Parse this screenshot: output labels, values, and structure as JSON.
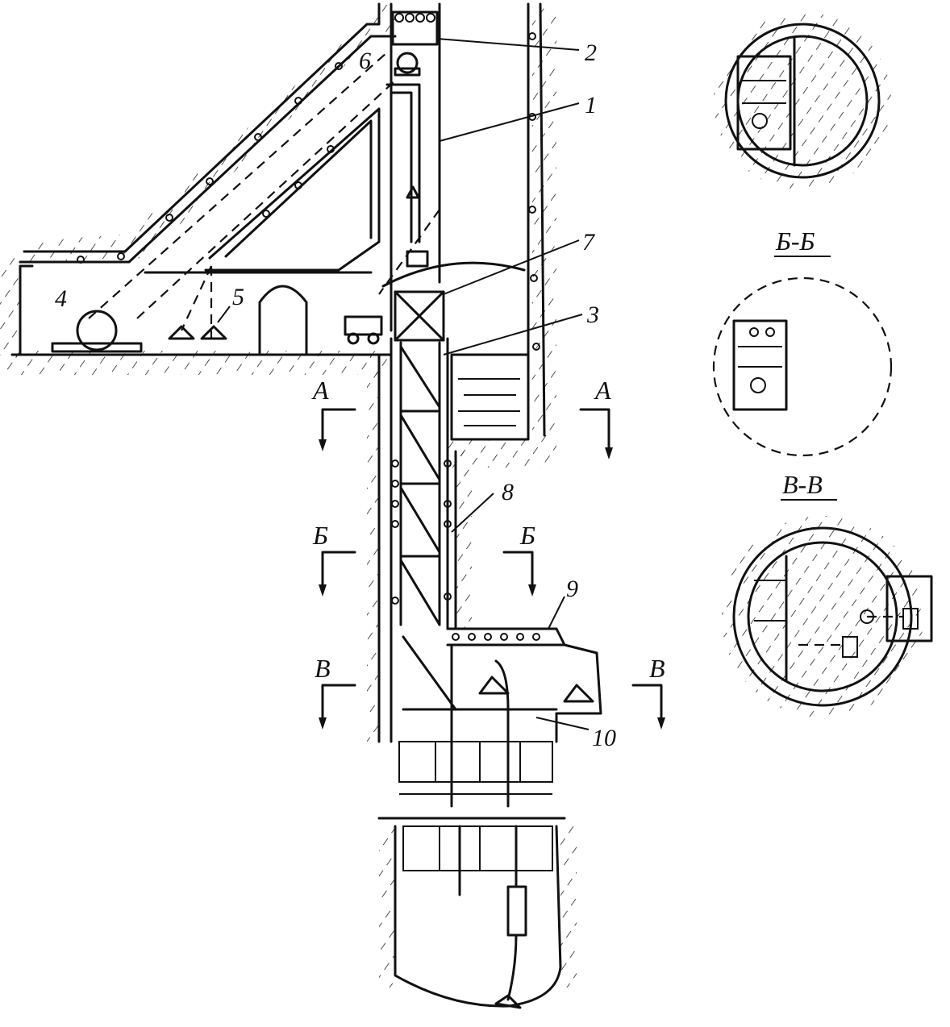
{
  "labels": {
    "l1": "1",
    "l2": "2",
    "l3": "3",
    "l4": "4",
    "l5": "5",
    "l6": "6",
    "l7": "7",
    "l8": "8",
    "l9": "9",
    "l10": "10"
  },
  "section_marks": {
    "a_left": "А",
    "a_right": "А",
    "b_left": "Б",
    "b_right": "Б",
    "v_left": "В",
    "v_right": "В"
  },
  "section_titles": {
    "bb": "Б-Б",
    "vv": "В-В"
  }
}
